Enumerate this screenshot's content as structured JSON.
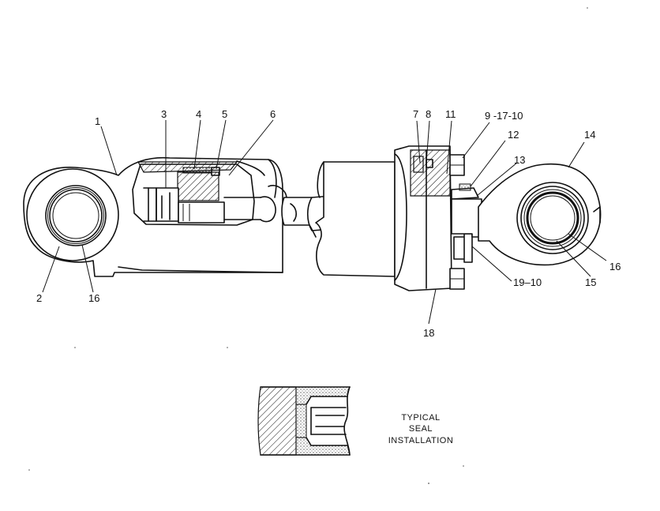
{
  "callouts": {
    "c1": "1",
    "c2": "2",
    "c3": "3",
    "c4": "4",
    "c5": "5",
    "c6": "6",
    "c7": "7",
    "c8": "8",
    "c11": "11",
    "c9_17_10": "9 -17-10",
    "c12": "12",
    "c13": "13",
    "c14": "14",
    "c16_left": "16",
    "c16_right": "16",
    "c15": "15",
    "c19_10": "19–10",
    "c18": "18"
  },
  "caption": {
    "line1": "TYPICAL",
    "line2": "SEAL",
    "line3": "INSTALLATION"
  }
}
